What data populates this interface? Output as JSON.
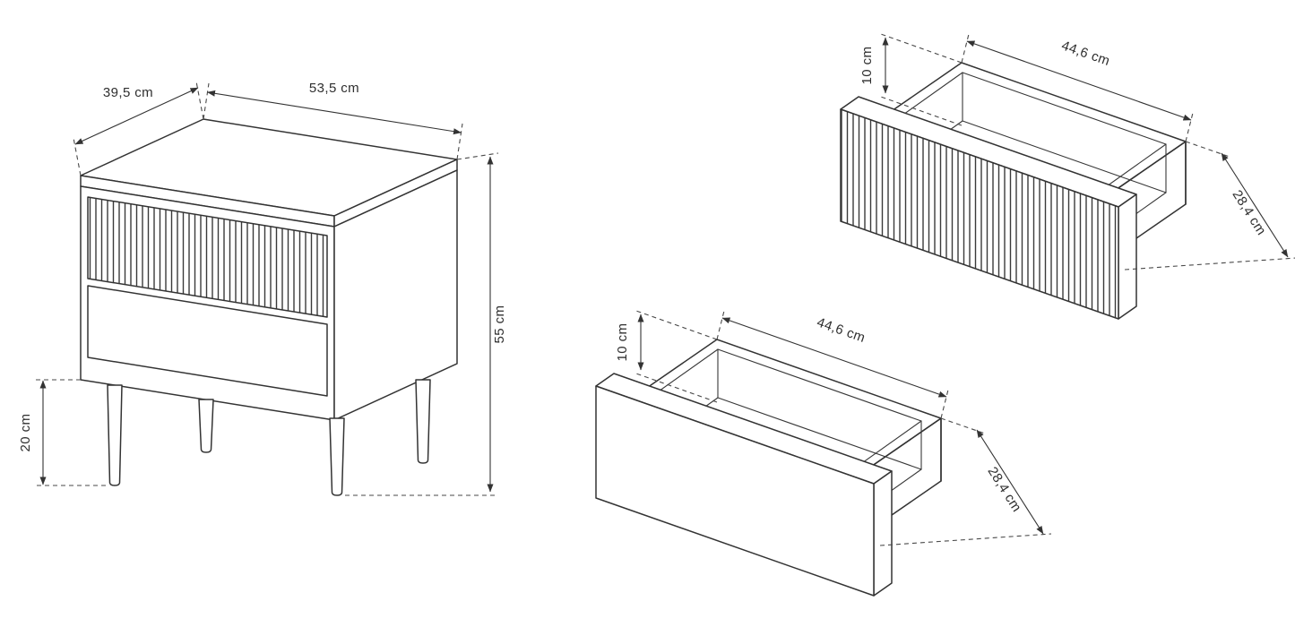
{
  "page": {
    "background": "#ffffff",
    "line_color": "#333333",
    "description": "Furniture dimension diagram: nightstand with two drawers"
  },
  "nightstand": {
    "depth_label": "39,5 cm",
    "width_label": "53,5 cm",
    "height_label": "55 cm",
    "leg_height_label": "20 cm"
  },
  "drawer_fluted": {
    "width_label": "44,6 cm",
    "height_label": "10 cm",
    "depth_label": "28,4 cm"
  },
  "drawer_plain": {
    "width_label": "44,6 cm",
    "height_label": "10 cm",
    "depth_label": "28,4 cm"
  }
}
